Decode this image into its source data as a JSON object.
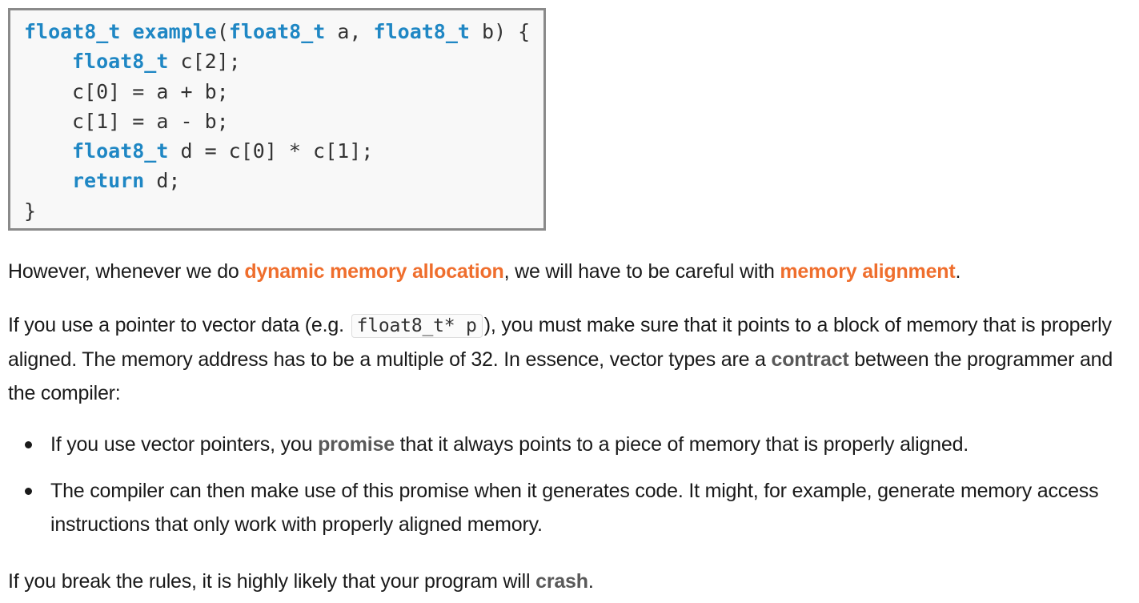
{
  "code": {
    "lines": [
      {
        "indent": false,
        "parts": [
          {
            "kw": true,
            "text": "float8_t"
          },
          {
            "kw": false,
            "text": " "
          },
          {
            "kw": true,
            "text": "example"
          },
          {
            "kw": false,
            "text": "("
          },
          {
            "kw": true,
            "text": "float8_t"
          },
          {
            "kw": false,
            "text": " a, "
          },
          {
            "kw": true,
            "text": "float8_t"
          },
          {
            "kw": false,
            "text": " b) {"
          }
        ]
      },
      {
        "indent": true,
        "parts": [
          {
            "kw": true,
            "text": "float8_t"
          },
          {
            "kw": false,
            "text": " c[2];"
          }
        ]
      },
      {
        "indent": true,
        "parts": [
          {
            "kw": false,
            "text": "c[0] = a + b;"
          }
        ]
      },
      {
        "indent": true,
        "parts": [
          {
            "kw": false,
            "text": "c[1] = a - b;"
          }
        ]
      },
      {
        "indent": true,
        "parts": [
          {
            "kw": true,
            "text": "float8_t"
          },
          {
            "kw": false,
            "text": " d = c[0] * c[1];"
          }
        ]
      },
      {
        "indent": true,
        "parts": [
          {
            "kw": true,
            "text": "return"
          },
          {
            "kw": false,
            "text": " d;"
          }
        ]
      },
      {
        "indent": false,
        "parts": [
          {
            "kw": false,
            "text": "}"
          }
        ]
      }
    ]
  },
  "p1": {
    "t1": "However, whenever we do ",
    "h1": "dynamic memory allocation",
    "t2": ", we will have to be careful with ",
    "h2": "memory alignment",
    "t3": "."
  },
  "p2": {
    "t1": "If you use a pointer to vector data (e.g. ",
    "code": "float8_t* p",
    "t2": "), you must make sure that it points to a block of memory that is properly aligned. The memory address has to be a multiple of 32. In essence, vector types are a ",
    "h1": "contract",
    "t3": " between the programmer and the compiler:"
  },
  "bullets": {
    "b1": {
      "t1": "If you use vector pointers, you ",
      "h1": "promise",
      "t2": " that it always points to a piece of memory that is properly aligned."
    },
    "b2": {
      "t1": "The compiler can then make use of this promise when it generates code. It might, for example, generate memory access instructions that only work with properly aligned memory."
    }
  },
  "p3": {
    "t1": "If you break the rules, it is highly likely that your program will ",
    "h1": "crash",
    "t2": "."
  },
  "colors": {
    "keyword": "#1f87c4",
    "highlight_orange": "#ef6e2d",
    "highlight_gray": "#595959"
  }
}
